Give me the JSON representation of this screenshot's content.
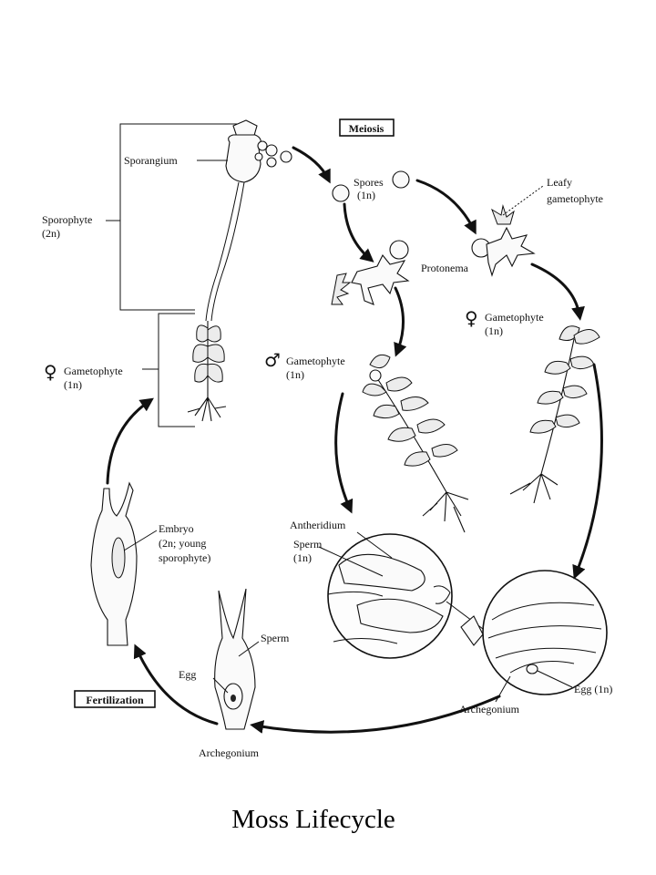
{
  "title": "Moss Lifecycle",
  "stages": {
    "meiosis": "Meiosis",
    "fertilization": "Fertilization"
  },
  "labels": {
    "sporangium": "Sporangium",
    "sporophyte": "Sporophyte",
    "sporophyte_ploidy": "(2n)",
    "spores": "Spores",
    "spores_ploidy": "(1n)",
    "leafy_gametophyte_1": "Leafy",
    "leafy_gametophyte_2": "gametophyte",
    "protonema": "Protonema",
    "female_gametophyte_right": "Gametophyte",
    "female_gametophyte_right_ploidy": "(1n)",
    "male_gametophyte": "Gametophyte",
    "male_gametophyte_ploidy": "(1n)",
    "female_gametophyte_left": "Gametophyte",
    "female_gametophyte_left_ploidy": "(1n)",
    "antheridium": "Antheridium",
    "sperm_zoom": "Sperm",
    "sperm_zoom_ploidy": "(1n)",
    "embryo_1": "Embryo",
    "embryo_2": "(2n; young",
    "embryo_3": "sporophyte)",
    "sperm": "Sperm",
    "egg": "Egg",
    "archegonium_bottom": "Archegonium",
    "archegonium_zoom": "Archegonium",
    "egg_zoom": "Egg (1n)"
  },
  "symbols": {
    "female": "♀",
    "male": "♂"
  }
}
